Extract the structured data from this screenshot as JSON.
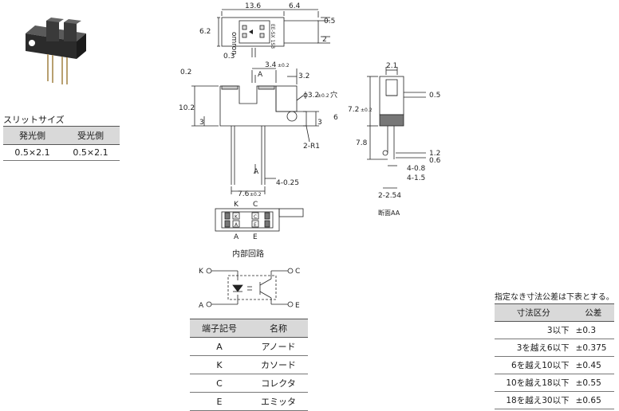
{
  "slit": {
    "title": "スリットサイズ",
    "headers": [
      "発光側",
      "受光側"
    ],
    "values": [
      "0.5×2.1",
      "0.5×2.1"
    ]
  },
  "drawing": {
    "top": {
      "d1": "13.6",
      "d2": "6.4",
      "d3": "0.5",
      "d4": "6.2",
      "d5": "2",
      "d6": "0.3",
      "logo": "omron",
      "mark": "EE-SX 1S3"
    },
    "front": {
      "d_02": "0.2",
      "d_34": "3.4",
      "d_34_tol": "±0.2",
      "d_32": "3.2",
      "d_102": "10.2",
      "hole": "ϕ3.2",
      "hole_tol": "±0.2",
      "hole_suffix": "穴",
      "d_6": "6",
      "d_3a": "3",
      "d_3b": "3",
      "r": "2-R1",
      "d_025": "4-0.25",
      "d_76": "7.6",
      "d_76_tol": "±0.2",
      "a_top": "A",
      "a_bottom": "A"
    },
    "side": {
      "d_21": "2.1",
      "d_05": "0.5",
      "d_72": "7.2",
      "d_72_tol": "±0.2",
      "d_78": "7.8",
      "d_12": "1.2",
      "d_06": "0.6",
      "d_08": "4-0.8",
      "d_15": "4-1.5",
      "d_254": "2-2.54",
      "section": "断面AA"
    },
    "bottom": {
      "k": "K",
      "c": "C",
      "a": "A",
      "e": "E",
      "pin_k": "K",
      "pin_c": "C",
      "pin_a": "A",
      "pin_e": "E"
    },
    "circuit_title": "内部回路",
    "circuit": {
      "k": "K",
      "a": "A",
      "c": "C",
      "e": "E"
    }
  },
  "terminals": {
    "headers": [
      "端子記号",
      "名称"
    ],
    "rows": [
      [
        "A",
        "アノード"
      ],
      [
        "K",
        "カソード"
      ],
      [
        "C",
        "コレクタ"
      ],
      [
        "E",
        "エミッタ"
      ]
    ]
  },
  "tolerance": {
    "note": "指定なき寸法公差は下表とする。",
    "headers": [
      "寸法区分",
      "公差"
    ],
    "rows": [
      [
        "3以下",
        "±0.3"
      ],
      [
        "3を越え6以下",
        "±0.375"
      ],
      [
        "6を越え10以下",
        "±0.45"
      ],
      [
        "10を越え18以下",
        "±0.55"
      ],
      [
        "18を越え30以下",
        "±0.65"
      ]
    ]
  }
}
